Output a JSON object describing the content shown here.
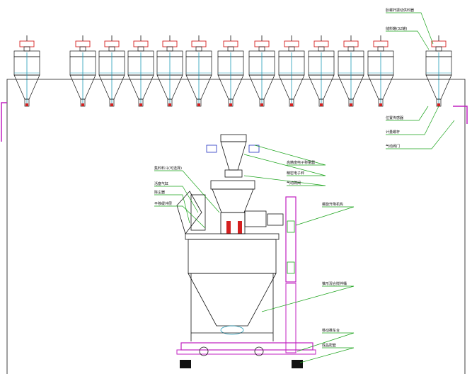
{
  "drawing": {
    "colors": {
      "line": "#111111",
      "cyan": "#1f9bb8",
      "red": "#d42020",
      "magenta": "#c020c0",
      "green": "#1aa31a",
      "blue": "#2030c0"
    },
    "labels": {
      "top_right_1": "卧螺杆振动供料器",
      "top_right_2": "储料罐(32罐)",
      "right_1": "位置传感器",
      "right_2": "计量螺杆",
      "right_3": "气动阀门",
      "center_1": "高精度电子称量器",
      "center_2": "精密电子秤",
      "center_3": "气动碟阀",
      "left_1": "集料料斗(可选择)",
      "left_2": "活塞气缸",
      "left_3": "除尘器",
      "left_4": "平移缓冲层",
      "mid_right_1": "螺旋升降机构",
      "mid_right_2": "锥形混合搅拌桶",
      "bottom_right_1": "移动推车台",
      "bottom_right_2": "成品配套"
    }
  }
}
